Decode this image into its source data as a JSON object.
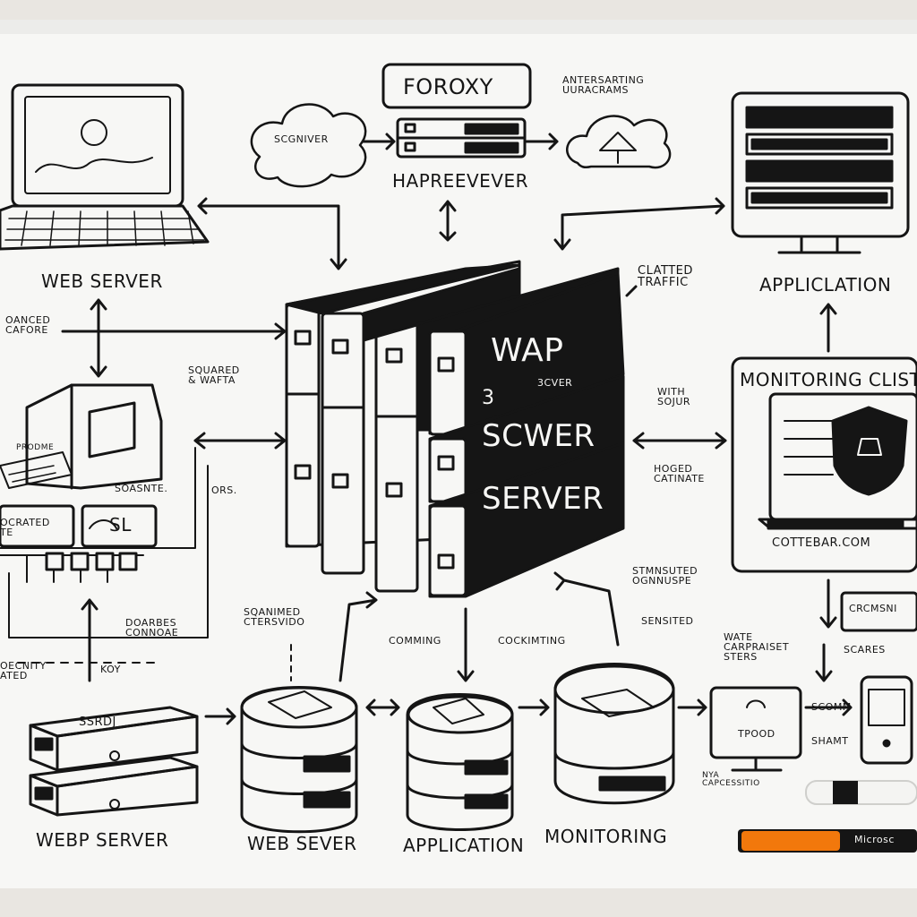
{
  "diagram": {
    "box_label": "FOROXY",
    "cloud_left_label": "SCGNIVER",
    "cloud_right_caption": "ANTERSARTING\nUURACRAMS",
    "proxy_caption": "HAPREEVEVER",
    "center_stack_labels": [
      "WAP",
      "SCWER",
      "SERVER"
    ],
    "center_small": [
      "3",
      "3CVER"
    ],
    "notes": {
      "clatted": "CLATTED\nTRAFFIC",
      "squared": "SQUARED\n& WAFTA",
      "anced": "OANCED\nCAFORE",
      "sosnte": "SOASNTE.",
      "ors": "ORS.",
      "with": "WITH\nSOJUR",
      "hoged": "HOGED\nCATINATE",
      "doarbes": "DOARBES\nCONNOAE",
      "sqanimed": "SQANIMED\nCTERSVIDO",
      "comming": "COMMING",
      "cockimting": "COCKIMTING",
      "stmnsuted": "STMNSUTED\nOGNNUSPE",
      "sensitied": "SENSITED",
      "wate": "WATE\nCARPRAISET\nSTERS",
      "scares": "SCARES",
      "scom": "SCOMM",
      "shamt": "SHAMT",
      "ecinity": "OECNITY\nATED",
      "cradted": "OCRATED\nTE",
      "sl": "SL",
      "nya": "NYA\nCAPCESSITIO",
      "crcmsni": "CRCMSNI",
      "prodme": "PRODME",
      "ssrdj": "SSRDJ",
      "tpood": "TPOOD",
      "koy": "KOY"
    },
    "titles": {
      "web_server_top": "WEB SERVER",
      "application_top": "APPLICLATION",
      "monitoring_clist": "MONITORING CLIST",
      "cottebar": "COTTEBAR.COM",
      "webp_server": "WEBP SERVER",
      "web_sever": "WEB SEVER",
      "application_bottom": "APPLICATION",
      "monitoring": "MONITORING"
    },
    "marker_brand": "Microsc"
  },
  "colors": {
    "board": "#f7f7f5",
    "ink": "#151515",
    "marker_orange": "#f2780c"
  }
}
